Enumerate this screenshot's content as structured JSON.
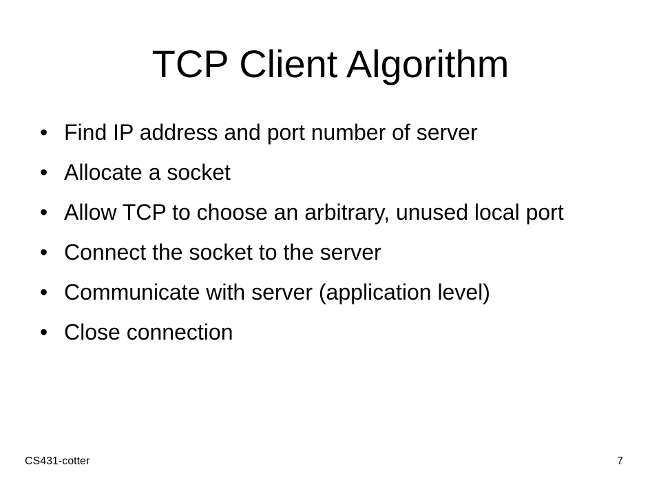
{
  "slide": {
    "title": "TCP Client Algorithm",
    "bullet_glyph": "•",
    "bullets": [
      "Find IP address and port number of server",
      "Allocate a socket",
      "Allow TCP to choose an arbitrary, unused local port",
      "Connect the socket to the server",
      "Communicate with server (application level)",
      "Close connection"
    ],
    "footer": {
      "course": "CS431-cotter",
      "page_number": "7"
    }
  }
}
